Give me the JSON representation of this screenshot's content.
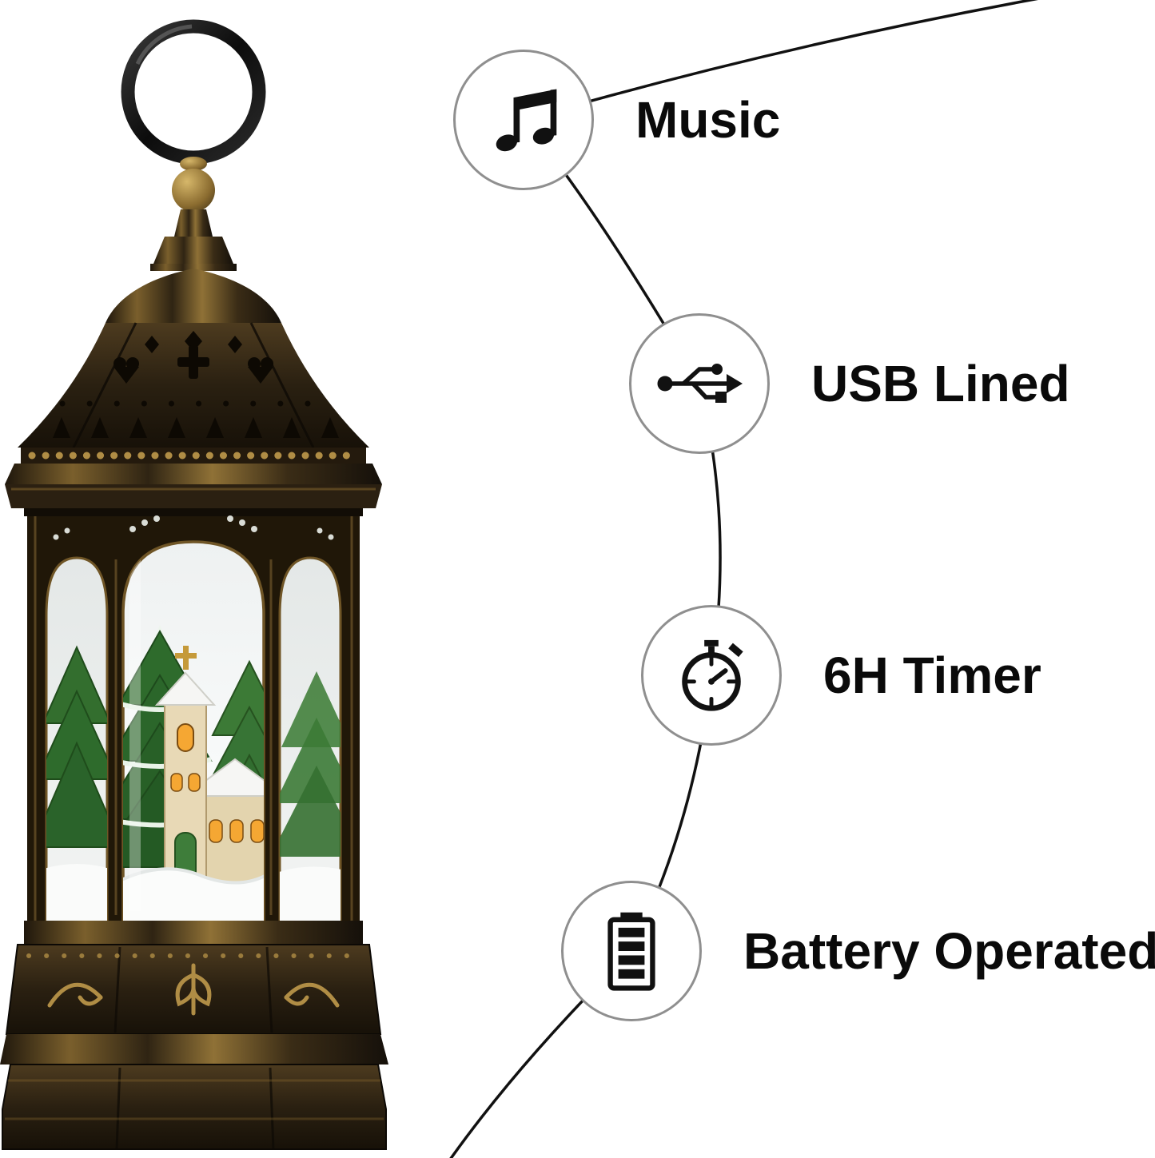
{
  "features": [
    {
      "label": "Music",
      "icon": "music-note-icon"
    },
    {
      "label": "USB Lined",
      "icon": "usb-icon"
    },
    {
      "label": "6H Timer",
      "icon": "stopwatch-icon"
    },
    {
      "label": "Battery Operated",
      "icon": "battery-icon"
    }
  ],
  "colors": {
    "background": "#ffffff",
    "connector_line": "#111111",
    "circle_border": "#8f8f8f",
    "icon": "#111111",
    "label_text": "#0a0a0a",
    "lantern_bronze_dark": "#2a2011",
    "lantern_bronze_gold": "#8f7136",
    "tree_green": "#2e6b2c",
    "church_wall": "#e8d9b6",
    "window_glow": "#f5a733"
  }
}
